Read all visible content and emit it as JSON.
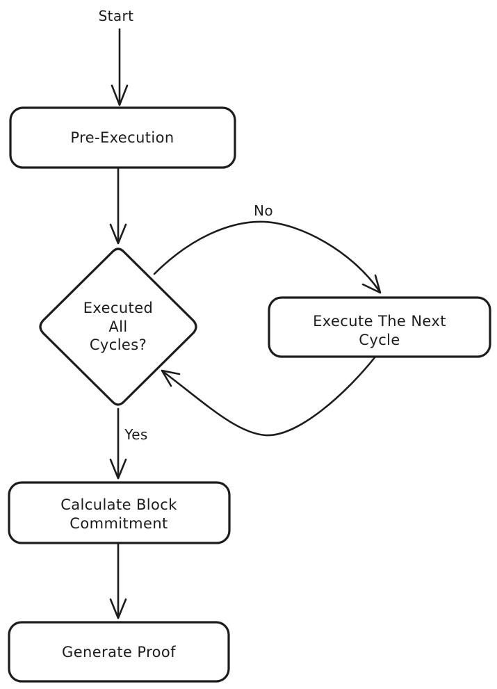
{
  "diagram": {
    "type": "flowchart",
    "background_color": "#ffffff",
    "ink_color": "#1c1c1c",
    "style": "hand-drawn",
    "nodes": [
      {
        "id": "start",
        "shape": "label",
        "text": "Start"
      },
      {
        "id": "pre-execution",
        "shape": "process",
        "lines": [
          "Pre-Execution"
        ]
      },
      {
        "id": "executed-all-cycles",
        "shape": "decision",
        "lines": [
          "Executed",
          "All",
          "Cycles?"
        ]
      },
      {
        "id": "execute-the-next-cycle",
        "shape": "process",
        "lines": [
          "Execute The Next",
          "Cycle"
        ]
      },
      {
        "id": "calculate-block-commitment",
        "shape": "process",
        "lines": [
          "Calculate Block",
          "Commitment"
        ]
      },
      {
        "id": "generate-proof",
        "shape": "process",
        "lines": [
          "Generate Proof"
        ]
      }
    ],
    "edges": [
      {
        "from": "start",
        "to": "pre-execution",
        "label": ""
      },
      {
        "from": "pre-execution",
        "to": "executed-all-cycles",
        "label": ""
      },
      {
        "from": "executed-all-cycles",
        "to": "execute-the-next-cycle",
        "label": "No"
      },
      {
        "from": "execute-the-next-cycle",
        "to": "executed-all-cycles",
        "label": ""
      },
      {
        "from": "executed-all-cycles",
        "to": "calculate-block-commitment",
        "label": "Yes"
      },
      {
        "from": "calculate-block-commitment",
        "to": "generate-proof",
        "label": ""
      }
    ]
  }
}
